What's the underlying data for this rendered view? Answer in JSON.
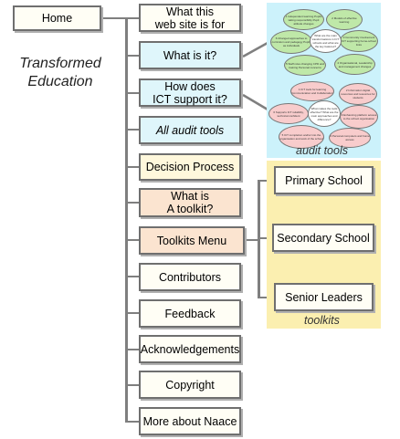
{
  "nav": {
    "home": "Home",
    "left_label_1": "Transformed",
    "left_label_2": "Education",
    "items": [
      {
        "label_1": "What this",
        "label_2": "web site is for"
      },
      {
        "label_1": "What is it?",
        "label_2": ""
      },
      {
        "label_1": "How does",
        "label_2": "ICT support it?"
      },
      {
        "label_1": "All audit tools",
        "label_2": ""
      },
      {
        "label_1": "Decision Process",
        "label_2": ""
      },
      {
        "label_1": "What is",
        "label_2": "A toolkit?"
      },
      {
        "label_1": "Toolkits Menu",
        "label_2": ""
      },
      {
        "label_1": "Contributors",
        "label_2": ""
      },
      {
        "label_1": "Feedback",
        "label_2": ""
      },
      {
        "label_1": "Acknowledgements",
        "label_2": ""
      },
      {
        "label_1": "Copyright",
        "label_2": ""
      },
      {
        "label_1": "More about Naace",
        "label_2": ""
      }
    ]
  },
  "audit": {
    "label": "audit tools",
    "green_nodes": [
      "1 Independent learning Pupils taking responsibility Pupil attitude changes",
      "2 Models of effective learning",
      "3 Community involvement ICT supporting home-school links",
      "4 Organisational, Leadership and management changes",
      "5 Staff roles changing CPD and training Personal concerns",
      "6 Changed approaches to curriculum and pedagogy Pupils as individuals",
      "What are the main transformations in ICT schools and what are the key features?"
    ],
    "pink_nodes": [
      "1 ICT tools for learning Communication and Collaboration",
      "2 Information digital resources and resources for students",
      "3 Enhancing platform access to the school organisation",
      "4 Personal computers and home access",
      "5 ICT completion and/or into the organisation and work of the school",
      "6 Supports ICT reliability, technical confident",
      "What makes the tools effective? What are the main approaches and difference?"
    ]
  },
  "toolkits": {
    "label": "toolkits",
    "items": [
      "Primary School",
      "Secondary School",
      "Senior Leaders"
    ]
  },
  "colors": {
    "connector": "#7f7f7f",
    "audit_panel": "#ccf2fb",
    "toolkit_panel": "#fbefb0",
    "green_node": "#bfe8a8",
    "pink_node": "#f8cccc"
  }
}
